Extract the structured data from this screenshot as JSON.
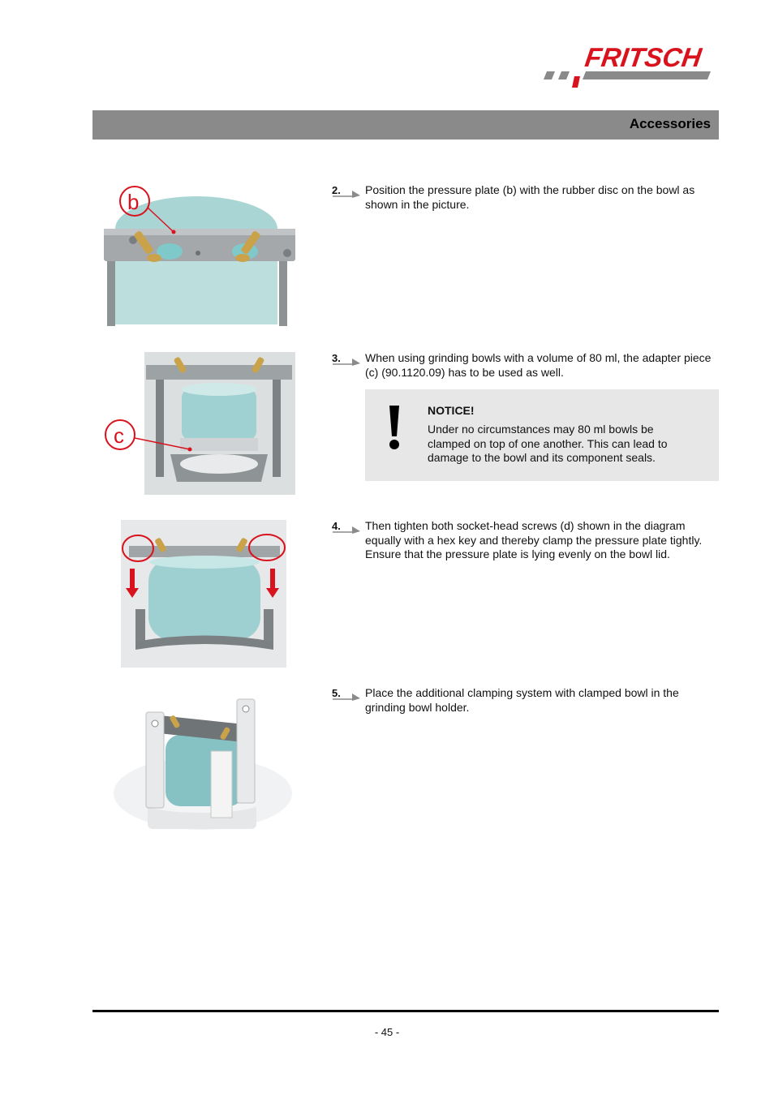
{
  "brand": {
    "name": "FRITSCH",
    "accent": "#d9131e",
    "gray": "#8a8a8a"
  },
  "header": {
    "title": "Accessories"
  },
  "steps": [
    {
      "num": "2.",
      "text": "Position the pressure plate (b) with the rubber disc on the bowl as shown in the picture.",
      "figure_label": "b"
    },
    {
      "num": "3.",
      "text": "When using grinding bowls with a volume of 80 ml, the adapter piece (c) (90.1120.09) has to be used as well.",
      "figure_label": "c"
    },
    {
      "num": "4.",
      "text": "Then tighten both socket-head screws (d) shown in the diagram equally with a hex key and thereby clamp the pressure plate tightly. Ensure that the pressure plate is lying evenly on the bowl lid."
    },
    {
      "num": "5.",
      "text": "Place the additional clamping system with clamped bowl in the grinding bowl holder."
    }
  ],
  "notice": {
    "title": "NOTICE!",
    "text": "Under no circumstances may 80 ml bowls be clamped on top of one another. This can lead to damage to the bowl and its component seals."
  },
  "footer": {
    "page": "- 45 -"
  }
}
